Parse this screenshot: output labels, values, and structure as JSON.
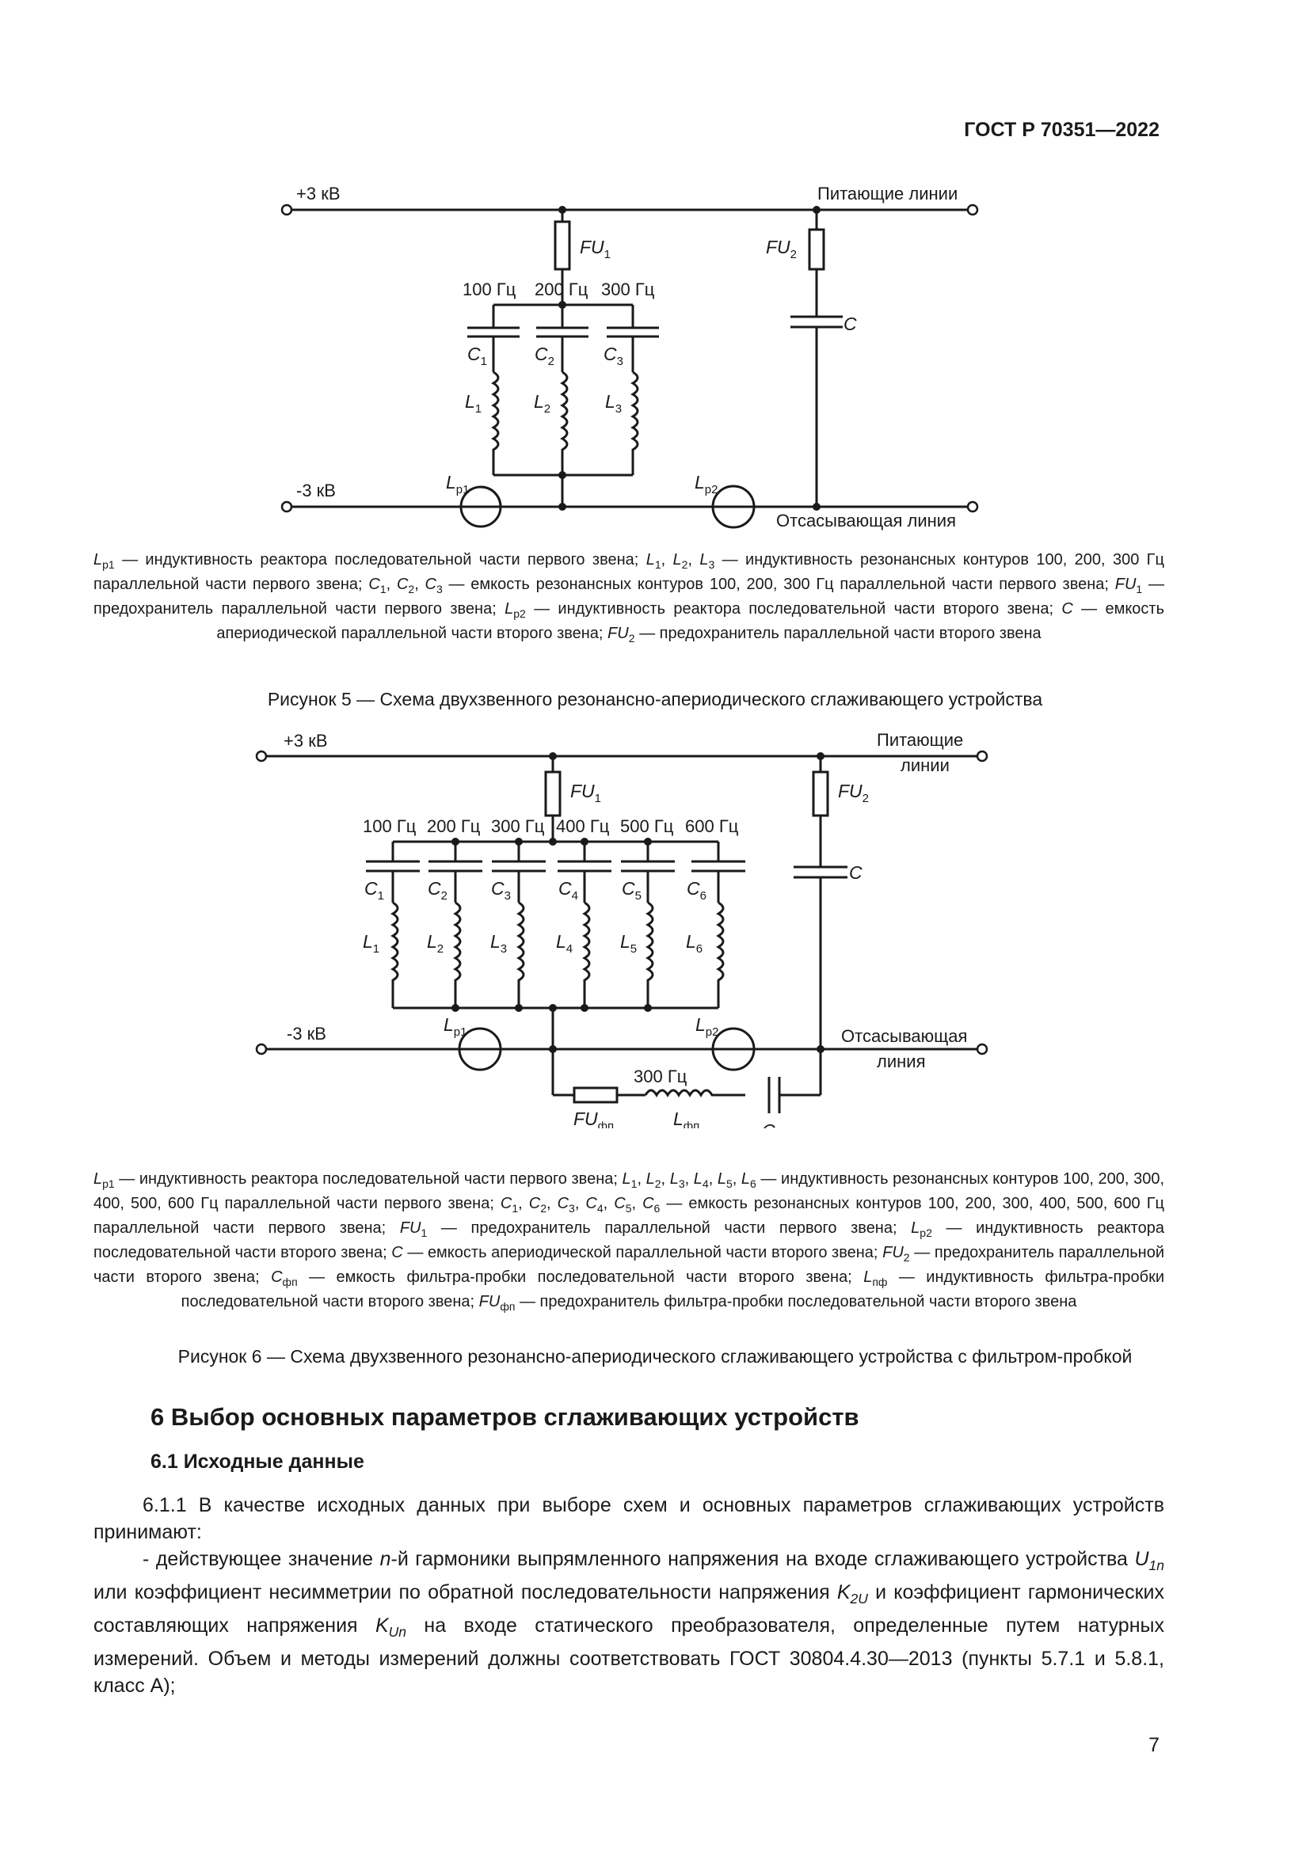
{
  "header": {
    "doc_id": "ГОСТ Р 70351—2022"
  },
  "fig5": {
    "plus": "+3 кВ",
    "minus": "-3 кВ",
    "supply": "Питающие линии",
    "suction": "Отсасывающая линия",
    "freqs": [
      "100 Гц",
      "200 Гц",
      "300 Гц"
    ],
    "legend_html": "<i>L</i><sub>р1</sub> — индуктивность реактора последовательной части первого звена; <i>L</i><sub>1</sub>, <i>L</i><sub>2</sub>, <i>L</i><sub>3</sub> — индуктивность резонансных контуров 100, 200, 300 Гц параллельной части первого звена; <i>C</i><sub>1</sub>, <i>C</i><sub>2</sub>, <i>C</i><sub>3</sub> — емкость резонансных контуров 100, 200, 300 Гц параллельной части первого звена; <i>FU</i><sub>1</sub> — предохранитель параллельной части первого звена; <i>L</i><sub>р2</sub> — индуктивность реактора последовательной части второго звена; <i>C</i> — емкость апериодической параллельной части второго звена; <i>FU</i><sub>2</sub> — предохранитель параллельной части второго звена",
    "caption": "Рисунок 5 — Схема двухзвенного резонансно-апериодического сглаживающего устройства"
  },
  "fig6": {
    "plus": "+3 кВ",
    "minus": "-3 кВ",
    "supply_1": "Питающие",
    "supply_2": "линии",
    "suction_1": "Отсасывающая",
    "suction_2": "линия",
    "freqs": [
      "100 Гц",
      "200 Гц",
      "300 Гц",
      "400 Гц",
      "500 Гц",
      "600 Гц"
    ],
    "plug_freq": "300 Гц",
    "legend_html": "<i>L</i><sub>р1</sub> — индуктивность реактора последовательной части первого звена; <i>L</i><sub>1</sub>, <i>L</i><sub>2</sub>, <i>L</i><sub>3</sub>, <i>L</i><sub>4</sub>, <i>L</i><sub>5</sub>, <i>L</i><sub>6</sub> — индуктивность резонансных контуров 100, 200, 300, 400, 500, 600 Гц параллельной части первого звена; <i>C</i><sub>1</sub>, <i>C</i><sub>2</sub>, <i>C</i><sub>3</sub>, <i>C</i><sub>4</sub>, <i>C</i><sub>5</sub>, <i>C</i><sub>6</sub> — емкость резонансных контуров 100, 200, 300, 400, 500, 600 Гц параллельной части первого звена; <i>FU</i><sub>1</sub> — предохранитель параллельной части первого звена; <i>L</i><sub>р2</sub> — индуктивность реактора последовательной части второго звена; <i>C</i> — емкость апериодической параллельной части второго звена; <i>FU</i><sub>2</sub> — предохранитель параллельной части второго звена; <i>C</i><sub>фп</sub> — емкость фильтра-пробки последовательной части второго звена; <i>L</i><sub>пф</sub> — индуктивность фильтра-пробки последовательной части второго звена; <i>FU</i><sub>фп</sub> — предохранитель фильтра-пробки последовательной части второго звена",
    "caption": "Рисунок 6 — Схема двухзвенного резонансно-апериодического сглаживающего устройства с фильтром-пробкой"
  },
  "section": {
    "title": "6 Выбор основных параметров сглаживающих устройств",
    "subtitle": "6.1 Исходные данные",
    "p1": "6.1.1 В качестве исходных данных при выборе схем и основных параметров сглаживающих устройств принимают:",
    "p2_html": "- действующее значение <i>n</i>-й гармоники выпрямленного напряжения на входе сглаживающего устройства <i>U</i><sub><i>1n</i></sub> или коэффициент несимметрии по обратной последовательности напряжения <i>K</i><sub><i>2U</i></sub> и коэффициент гармонических составляющих напряжения <i>K</i><sub><i>Un</i></sub> на входе статического преобразователя, определенные путем натурных измерений. Объем и методы измерений должны соответствовать ГОСТ 30804.4.30—2013 (пункты 5.7.1 и 5.8.1, класс А);"
  },
  "page_number": "7"
}
